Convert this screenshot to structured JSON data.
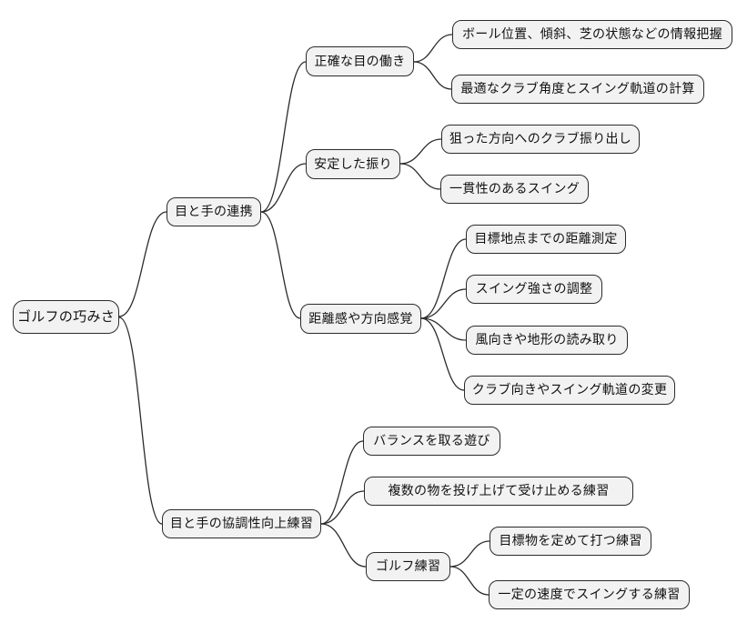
{
  "diagram": {
    "type": "mindmap",
    "language": "ja",
    "colors": {
      "background": "#ffffff",
      "node_fill": "#f2f2f2",
      "node_border": "#2b2b2b",
      "edge": "#2b2b2b",
      "text": "#111111"
    },
    "root": {
      "label": "ゴルフの巧みさ",
      "children": [
        {
          "label": "目と手の連携",
          "children": [
            {
              "label": "正確な目の働き",
              "children": [
                {
                  "label": "ボール位置、傾斜、芝の状態などの情報把握"
                },
                {
                  "label": "最適なクラブ角度とスイング軌道の計算"
                }
              ]
            },
            {
              "label": "安定した振り",
              "children": [
                {
                  "label": "狙った方向へのクラブ振り出し"
                },
                {
                  "label": "一貫性のあるスイング"
                }
              ]
            },
            {
              "label": "距離感や方向感覚",
              "children": [
                {
                  "label": "目標地点までの距離測定"
                },
                {
                  "label": "スイング強さの調整"
                },
                {
                  "label": "風向きや地形の読み取り"
                },
                {
                  "label": "クラブ向きやスイング軌道の変更"
                }
              ]
            }
          ]
        },
        {
          "label": "目と手の協調性向上練習",
          "children": [
            {
              "label": "バランスを取る遊び"
            },
            {
              "label": "複数の物を投げ上げて受け止める練習"
            },
            {
              "label": "ゴルフ練習",
              "children": [
                {
                  "label": "目標物を定めて打つ練習"
                },
                {
                  "label": "一定の速度でスイングする練習"
                }
              ]
            }
          ]
        }
      ]
    }
  }
}
